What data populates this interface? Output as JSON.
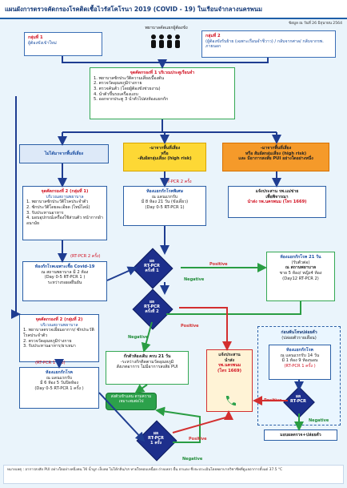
{
  "title": "แผนผังการตรวจคัดกรองโรคติดเชื้อไวรัสโคโรนา 2019 (COVID - 19) ในเรือนจำกลางนครพนม",
  "date": "ข้อมูล ณ วันที่ 26 มิถุนายน 2564",
  "top": {
    "staff_label": "พยาบาลคัดแยกผู้ต้องขัง",
    "group1_title": "กลุ่มที่ 1",
    "group1_text": "ผู้ต้องขังเข้าใหม่",
    "group2_title": "กลุ่มที่ 2",
    "group2_text": "(ผู้ต้องขังรับย้าย (เฉพาะเรือนจำชีวาว) / กลับจากศาล/ กลับจากรพ. ภายนอก"
  },
  "checkpoint1": {
    "title": "จุดคัดกรองที่ 1 บริเวณประตูเรือนจำ",
    "items": [
      "1. พยาบาลซักประวัติความเสี่ยงเบื้องต้น",
      "2. ตรวจวัดอุณหภูมิร่างกาย",
      "3. ตรวจค้นตัว (โดยผู้ต้องขังช่วยงาน)",
      "4. นำตัวขึ้นรถเครื่องแถบ",
      "5. ออกจากประตู 3 นำตัวไปส่งห้องแยกกัก"
    ]
  },
  "branches": {
    "not_risk": "ไม่ได้มาจากพื้นที่เสี่ยง",
    "risk_mid_line1": "-มาจากพื้นที่เสี่ยง",
    "risk_mid_line2": "หรือ",
    "risk_mid_line3": "-สัมผัสกลุ่มเสี่ยง (high risk)",
    "risk_right_line1": "-มาจากพื้นที่เสี่ยง",
    "risk_right_line2": "หรือ สัมผัสกลุ่มเสี่ยง (high risk)",
    "risk_right_line3": "และ มีอาการสงสัย PUI อย่างใดอย่างหนึ่ง"
  },
  "checkpoint2a": {
    "title": "จุดคัดกรองที่ 2 (กลุ่มที่ 1)",
    "subtitle": "บริเวณสถานพยาบาล",
    "items": [
      "1. พยาบาลซักประวัติโรคประจำตัว",
      "2. ซักประวัติโดยละเอียด (ไทม์ไลน์)",
      "3. รับประทานอาหาร",
      "4. มอบอุปกรณ์เครื่องใช้ส่วนตัว หน้ากากผ้าอนามัย"
    ]
  },
  "isolation_mid": {
    "rt_label": "RT-PCR 2 ครั้ง",
    "title": "ห้องแยกกักโรคพิเศษ",
    "line2": "ณ แดนแรกรับ",
    "line3": "มี 8 ห้อง 21 วัน (ขังเดี่ยว)",
    "line4": "(Day 0-5 RT-PCR 1)"
  },
  "hospital_top": {
    "line1": "แจ้งประสาน รพ.แม่ข่าย",
    "line2": "เพื่อพิจารณา",
    "line3": "นำส่ง รพ.นครพนม (โทร 1669)"
  },
  "covid_room": {
    "rt_label": "(RT-PCR 2 ครั้ง)",
    "title": "ห้องกักโรคเฉพาะเชื้อ Covid-19",
    "line2": "ณ สถานพยาบาล มี 2 ห้อง",
    "line3": "(Day 0-5 RT-PCR 1 )",
    "line4": "ระหว่างรอผลยืนยัน"
  },
  "isolation_right": {
    "title": "ห้องแยกกักโรค 21 วัน",
    "line2": "(รับตัวต่อ)",
    "line3": "ณ สถานพยาบาล",
    "line4": "ชาย 5 ห้อง/ หญิง4 ห้อง",
    "line5": "(Day12 RT-PCR 2)"
  },
  "checkpoint2b": {
    "title": "จุดคัดกรองที่ 2 (กลุ่มที่ 2)",
    "subtitle": "บริเวณสถานพยาบาล",
    "items": [
      "1. พยาบาลตรวจเยี่ยมอาการ/ ซักประวัติโรคประจำตัว",
      "2. ตรวจวัดอุณหภูมิร่างกาย",
      "3. รับประทานอาหาร/ยาเหมา"
    ]
  },
  "group2_room": {
    "rt_label": "(RT-PCR 1 ครั้ง)",
    "title": "ห้องแยกกักโรค",
    "line2": "ณ แดนแรกรับ",
    "line3": "มี 6 ห้อง 5 วันปิดห้อง",
    "line4": "(Day 0-5 RT-PCR 1 ครั้ง )"
  },
  "observe": {
    "line1": "กักตัวห้องเดิม ครบ 21 วัน",
    "line2": "-ระหว่างกักติดตามวัดอุณหภูมิ",
    "line3": "สังเกตอาการ ไม่มีอาการสงสัย PUI"
  },
  "send_out": "ส่งตัวเข้าแดน ตามความ เหมาะสมต่อไป",
  "hospital_low": {
    "line1": "แจ้งประสาน",
    "line2": "นำส่ง",
    "line3": "รพ.นครพนม",
    "line4": "(โทร 1669)"
  },
  "release": {
    "title": "ก่อนพ้นโทษปล่อยตัว",
    "subtitle": "(ปล่อยตัวรายเดือน)",
    "line1": "ห้องแยกกักโรค",
    "line2": "ณ แดนแรกรับ 14 วัน",
    "line3": "มี 1 ห้อง 9 ห้องนอน",
    "line4": "(RT-PCR 1 ครั้ง )",
    "done": "มอบผลตรวจ+ปล่อยตัว"
  },
  "diamonds": {
    "d1_line1": "ผล",
    "d1_line2": "RT-PCR",
    "d1_line3": "ครั้งที่ 1",
    "d2_line1": "ผล",
    "d2_line2": "RT-PCR",
    "d2_line3": "ครั้งที่ 2",
    "d3_line1": "ผล",
    "d3_line2": "RT-PCR",
    "d3_line3": "1 ครั้ง",
    "d4_line1": "ผล",
    "d4_line2": "RT-PCR"
  },
  "labels": {
    "positive": "Positive",
    "negative": "Negative"
  },
  "footnote": "หมายเหตุ : อาการสงสัย PUI อย่างใดอย่างหนึ่งคน ไข้ น้ำมูก เจ็บคอ ไม่ได้กลิ่น/รส หายใจหอบเหนื่อย ถ่ายเหลว ผื่น ตาแดง ซึ่งจะประเมินโดยพยาบาลวิชาชีพที่ดูแลอาการตั้งแต่ 37.5 °C"
}
